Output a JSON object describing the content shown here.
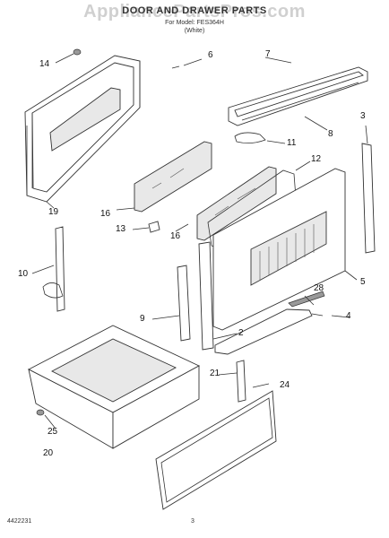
{
  "header": {
    "title": "DOOR AND DRAWER PARTS",
    "subtitle": "For Model: FES364H",
    "subtitle2": "(White)",
    "watermark": "AppliancePartsPros.com"
  },
  "footer": {
    "code": "4422231",
    "page": "3"
  },
  "callouts": [
    "14",
    "6",
    "7",
    "3",
    "19",
    "8",
    "11",
    "12",
    "16",
    "13",
    "16",
    "10",
    "5",
    "28",
    "9",
    "2",
    "4",
    "21",
    "24",
    "25",
    "20"
  ]
}
